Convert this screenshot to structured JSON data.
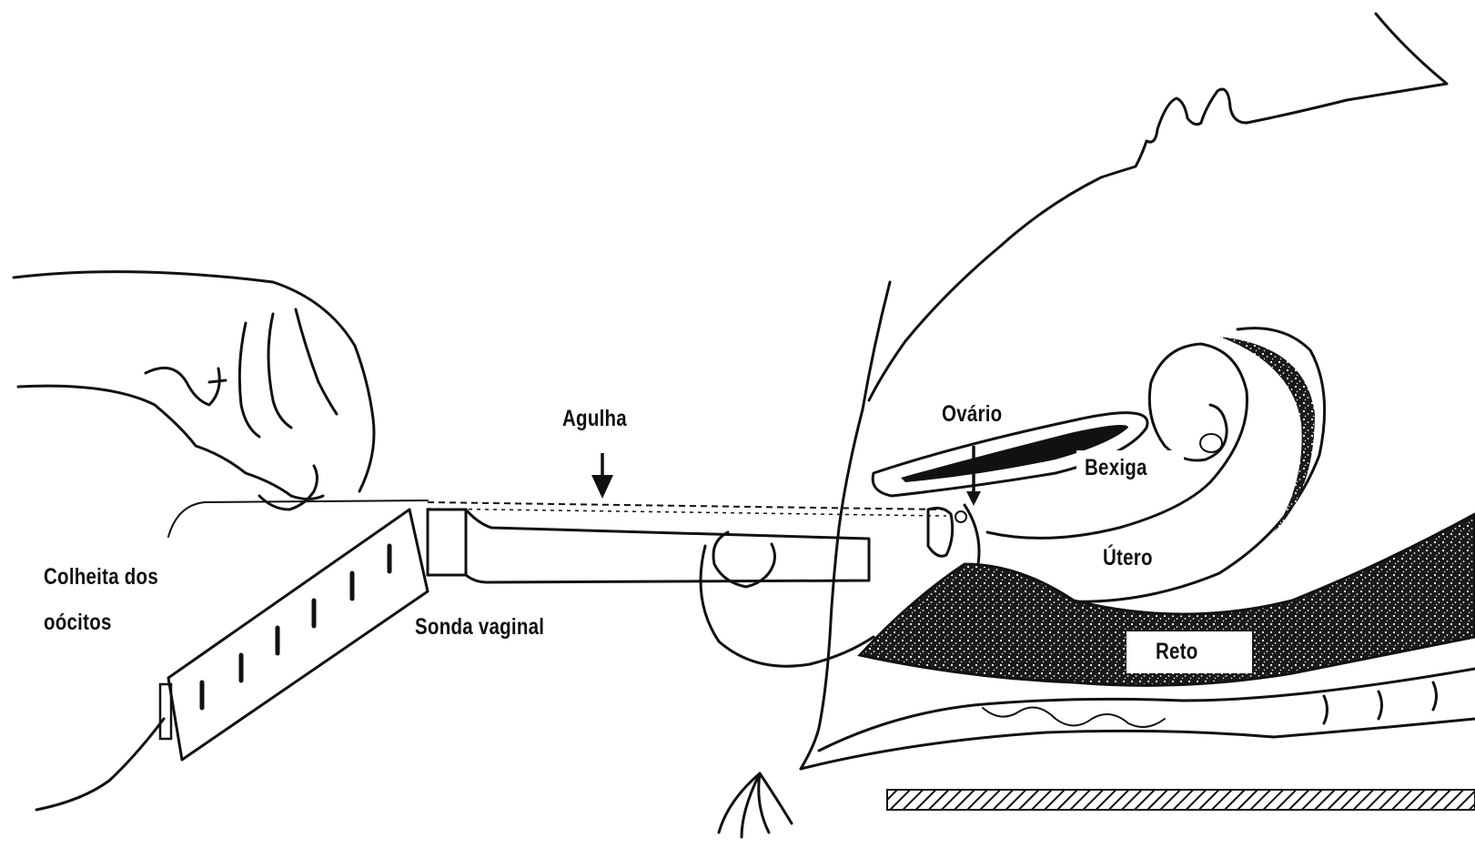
{
  "labels": {
    "needle": "Agulha",
    "ovary": "Ovário",
    "bladder": "Bexiga",
    "uterus": "Útero",
    "oocyte_collection_line1": "Colheita dos",
    "oocyte_collection_line2": "oócitos",
    "vaginal_probe": "Sonda vaginal",
    "rectum": "Reto"
  },
  "icons": [
    "hand-icon",
    "needle-arrow-icon",
    "ultrasound-probe-icon",
    "cow-outline-icon",
    "rectum-texture-icon",
    "spine-icon",
    "table-hatch-icon"
  ],
  "colors": {
    "ink": "#111111",
    "background": "#ffffff",
    "texture": "#333333"
  }
}
